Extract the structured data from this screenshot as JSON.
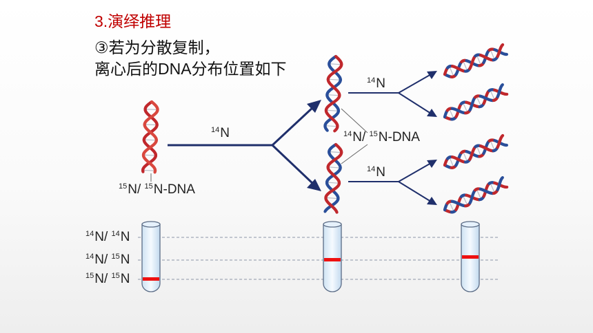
{
  "slide": {
    "heading": "3.演绎推理",
    "line1": "③若为分散复制，",
    "line2": "离心后的DNA分布位置如下"
  },
  "labels": {
    "parent": {
      "sup1": "15",
      "a": "N/ ",
      "sup2": "15",
      "b": "N-DNA"
    },
    "arrow_main": {
      "sup": "14",
      "text": "N"
    },
    "arrow_top": {
      "sup": "14",
      "text": "N"
    },
    "arrow_bottom": {
      "sup": "14",
      "text": "N"
    },
    "hybrid": {
      "sup1": "14",
      "a": "N/ ",
      "sup2": "15",
      "b": "N-DNA"
    }
  },
  "band_rows": [
    {
      "sup1": "14",
      "a": "N/ ",
      "sup2": "14",
      "b": "N"
    },
    {
      "sup1": "14",
      "a": "N/ ",
      "sup2": "15",
      "b": "N"
    },
    {
      "sup1": "15",
      "a": "N/ ",
      "sup2": "15",
      "b": "N"
    }
  ],
  "colors": {
    "heading": "#c00000",
    "arrow": "#1f2f6b",
    "band": "#ee1111",
    "strand_red": "#c0282d",
    "strand_blue": "#2a4f9a"
  }
}
